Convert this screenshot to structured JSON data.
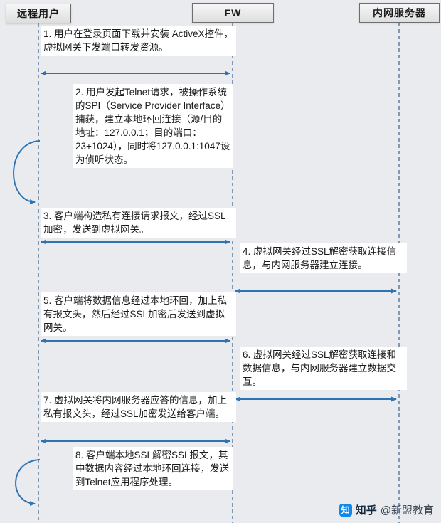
{
  "diagram": {
    "actors": [
      {
        "id": "remote-user",
        "label": "远程用户"
      },
      {
        "id": "firewall",
        "label": "FW"
      },
      {
        "id": "intranet-server",
        "label": "内网服务器"
      }
    ],
    "steps": [
      {
        "num": 1,
        "text": "1. 用户在登录页面下载并安装 ActiveX控件，虚拟网关下发端口转发资源。"
      },
      {
        "num": 2,
        "text": "2. 用户发起Telnet请求，被操作系统的SPI（Service Provider Interface）捕获，建立本地环回连接（源/目的地址：127.0.0.1；目的端口：23+1024），同时将127.0.0.1:1047设为侦听状态。"
      },
      {
        "num": 3,
        "text": "3. 客户端构造私有连接请求报文，经过SSL加密，发送到虚拟网关。"
      },
      {
        "num": 4,
        "text": "4. 虚拟网关经过SSL解密获取连接信息，与内网服务器建立连接。"
      },
      {
        "num": 5,
        "text": "5. 客户端将数据信息经过本地环回，加上私有报文头，然后经过SSL加密后发送到虚拟网关。"
      },
      {
        "num": 6,
        "text": "6. 虚拟网关经过SSL解密获取连接和数据信息，与内网服务器建立数据交互。"
      },
      {
        "num": 7,
        "text": "7. 虚拟网关将内网服务器应答的信息，加上私有报文头，经过SSL加密发送给客户端。"
      },
      {
        "num": 8,
        "text": "8. 客户端本地SSL解密SSL报文，其中数据内容经过本地环回连接，发送到Telnet应用程序处理。"
      }
    ]
  },
  "watermark": {
    "logo_glyph": "知",
    "brand": "知乎",
    "handle": "@新盟教育"
  },
  "colors": {
    "arrow_blue": "#2e74b5",
    "lifeline": "#55749c",
    "background": "#e9ebee"
  }
}
